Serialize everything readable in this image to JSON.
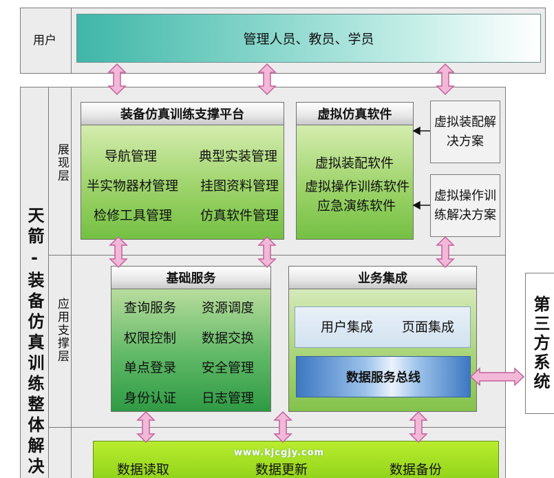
{
  "user_row": {
    "label": "用户",
    "banner": "管理人员、教员、学员"
  },
  "solution_title": "天箭-装备仿真训练整体解决",
  "layers": {
    "presentation": "展现层",
    "application": "应用支撑层"
  },
  "platform": {
    "title": "装备仿真训练支撑平台",
    "items": [
      "导航管理",
      "典型实装管理",
      "半实物器材管理",
      "挂图资料管理",
      "检修工具管理",
      "仿真软件管理"
    ]
  },
  "virtual_software": {
    "title": "虚拟仿真软件",
    "items": [
      "虚拟装配软件",
      "虚拟操作训练软件",
      "应急演练软件"
    ]
  },
  "side_solutions": [
    "虚拟装配解决方案",
    "虚拟操作训练解决方案"
  ],
  "basic_services": {
    "title": "基础服务",
    "items": [
      "查询服务",
      "资源调度",
      "权限控制",
      "数据交换",
      "单点登录",
      "安全管理",
      "身份认证",
      "日志管理"
    ]
  },
  "business_integration": {
    "title": "业务集成",
    "user_integration": "用户集成",
    "page_integration": "页面集成",
    "bus": "数据服务总线"
  },
  "third_party": "第三方系统",
  "data_layer": {
    "items": [
      "数据读取",
      "数据更新",
      "数据备份"
    ]
  },
  "watermark": "www.kjcgjy.com",
  "colors": {
    "arrow_fill": "#f3b8d8",
    "arrow_stroke": "#c2609a",
    "user_banner": "#3fb6a8",
    "platform_green": "#9dd36a",
    "services_green": "#4aaa55",
    "bus_blue": "#3d78c2",
    "data_green": "#a4e024"
  }
}
